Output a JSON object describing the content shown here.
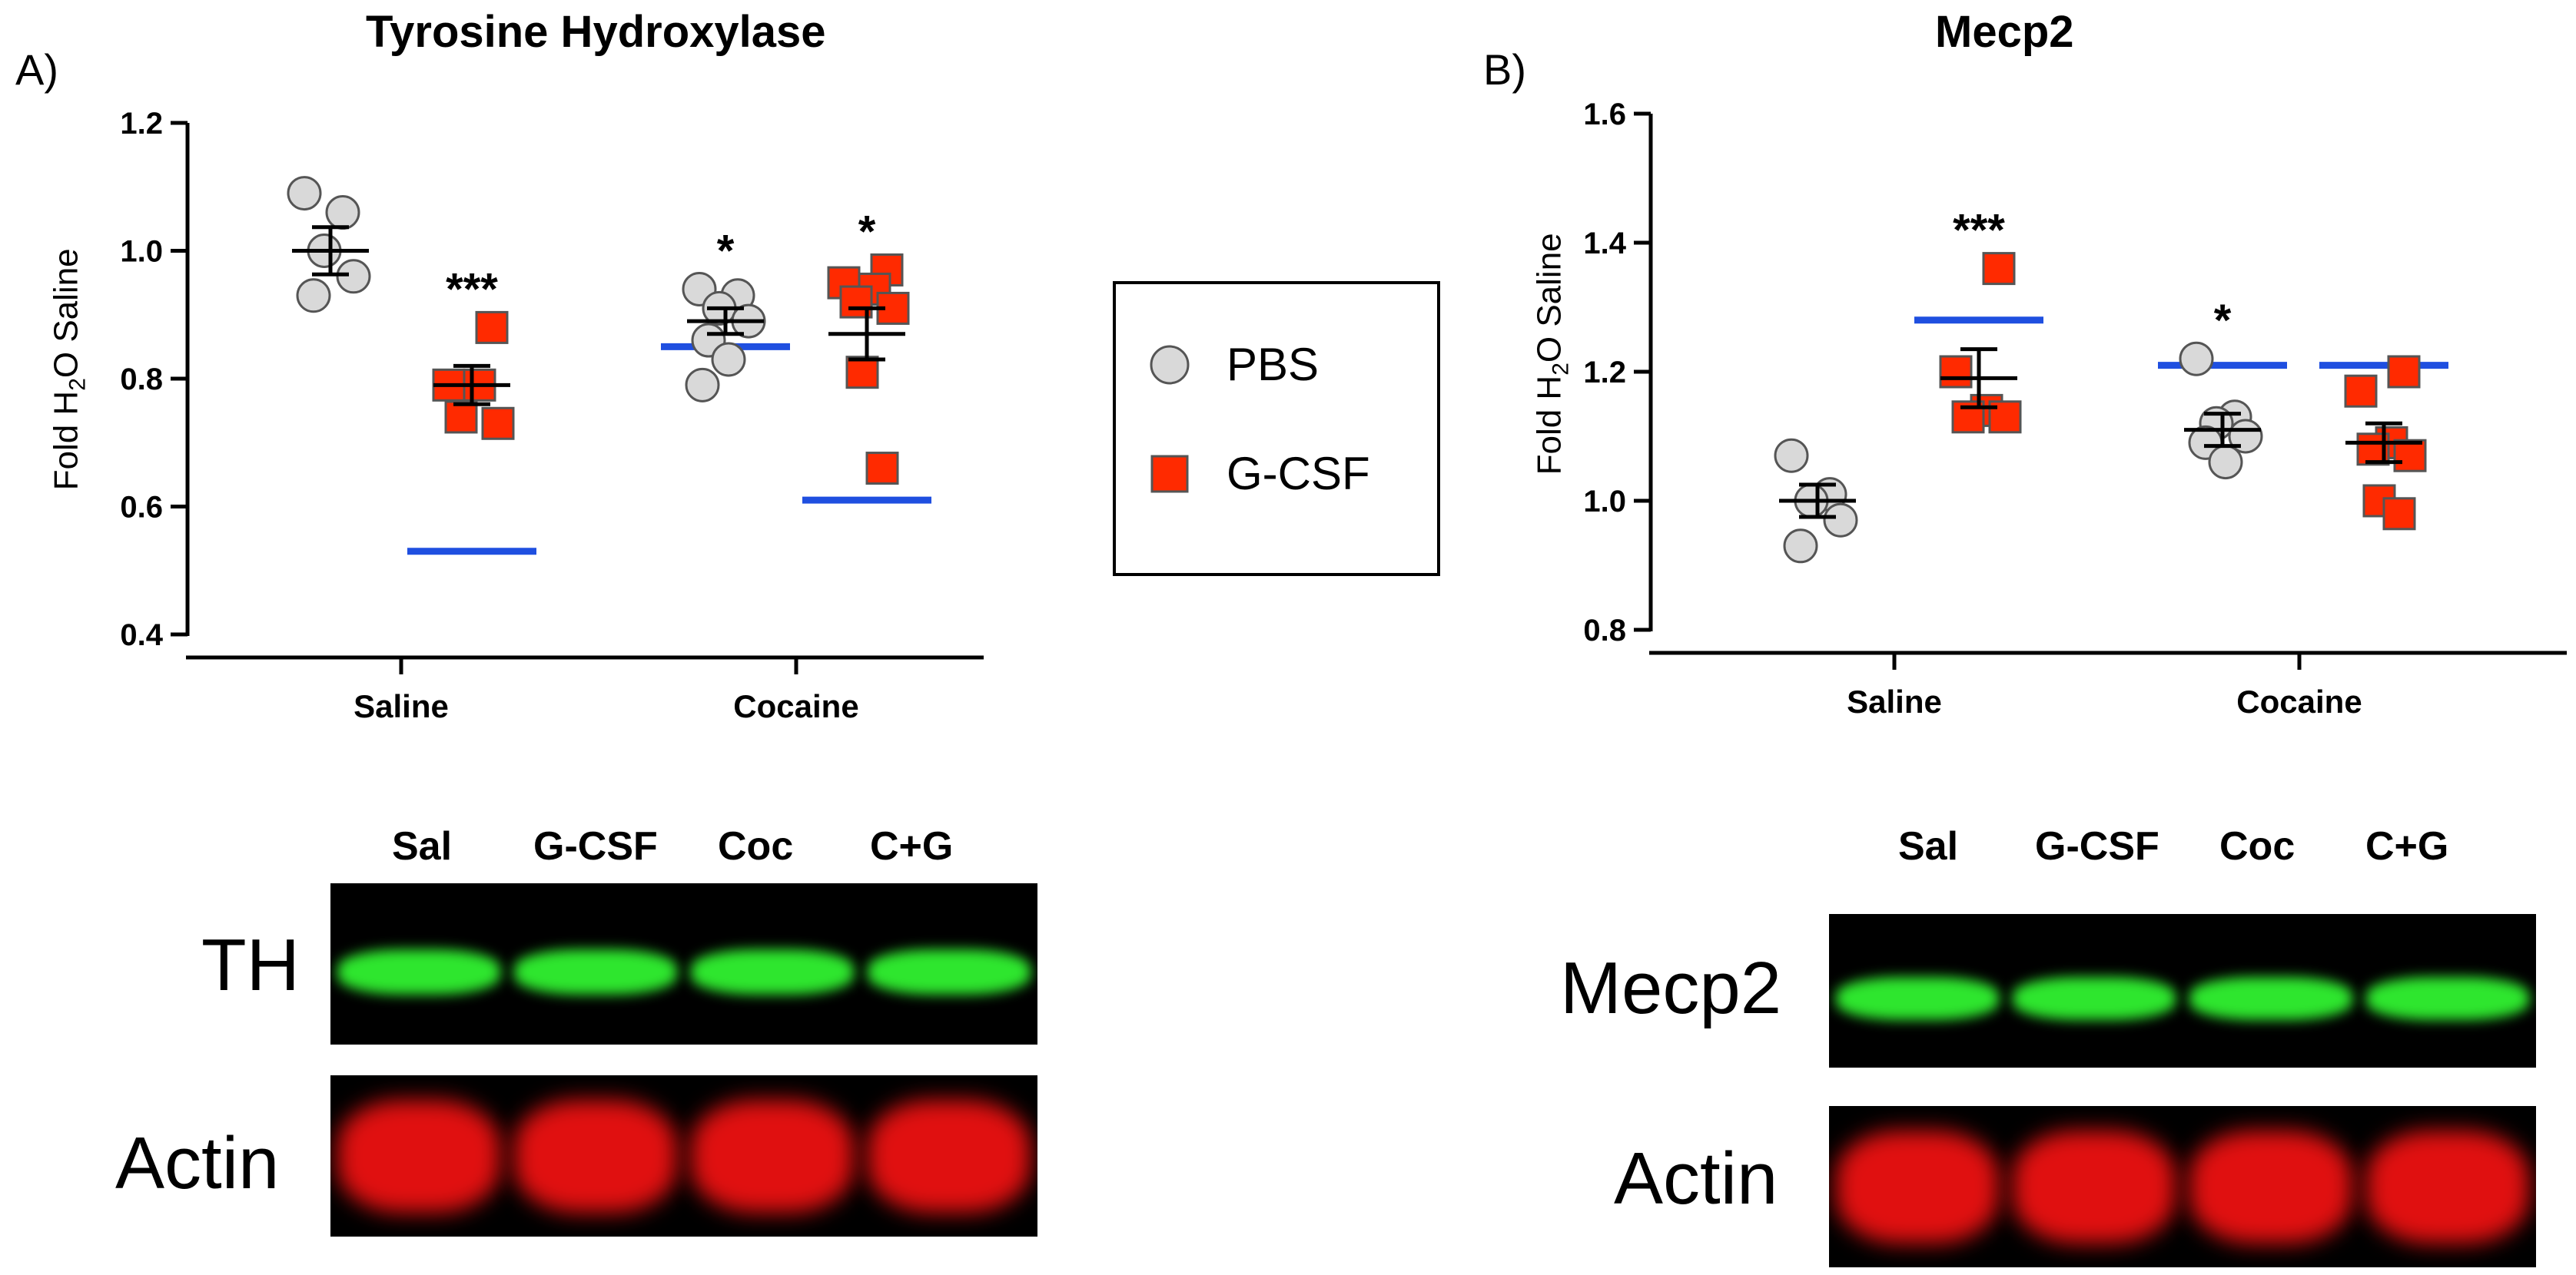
{
  "panels": [
    {
      "letter": "A)",
      "title": "Tyrosine Hydroxylase",
      "ylabel_main": "Fold H",
      "ylabel_sub": "2",
      "ylabel_rest": "O Saline"
    },
    {
      "letter": "B)",
      "title": "Mecp2",
      "ylabel_main": "Fold H",
      "ylabel_sub": "2",
      "ylabel_rest": "O Saline"
    }
  ],
  "legend": {
    "items": [
      {
        "label": "PBS",
        "marker": "circle",
        "color": "#d9d9d9"
      },
      {
        "label": "G-CSF",
        "marker": "square",
        "color": "#ff2a00"
      }
    ]
  },
  "colors": {
    "pbs_fill": "#d9d9d9",
    "gcsf_fill": "#ff2a00",
    "reference_line": "#1f4fe0"
  },
  "chart_data": [
    {
      "type": "scatter",
      "title": "Tyrosine Hydroxylase",
      "ylabel": "Fold H2O Saline",
      "ylim": [
        0.4,
        1.2
      ],
      "yticks": [
        "0.4",
        "0.6",
        "0.8",
        "1.0",
        "1.2"
      ],
      "categories": [
        "Saline",
        "Cocaine"
      ],
      "groups": [
        {
          "category": "Saline",
          "series": "PBS",
          "points": [
            1.09,
            1.06,
            1.0,
            0.96,
            0.93
          ],
          "mean": 1.0,
          "sem": 0.037
        },
        {
          "category": "Saline",
          "series": "G-CSF",
          "points": [
            0.88,
            0.79,
            0.79,
            0.74,
            0.73
          ],
          "mean": 0.79,
          "sem": 0.03,
          "stars": "***",
          "ref": 0.53
        },
        {
          "category": "Cocaine",
          "series": "PBS",
          "points": [
            0.94,
            0.93,
            0.91,
            0.89,
            0.86,
            0.83,
            0.79
          ],
          "mean": 0.89,
          "sem": 0.02,
          "stars": "*",
          "ref": 0.85
        },
        {
          "category": "Cocaine",
          "series": "G-CSF",
          "points": [
            0.97,
            0.95,
            0.94,
            0.92,
            0.91,
            0.81,
            0.66
          ],
          "mean": 0.87,
          "sem": 0.04,
          "stars": "*",
          "ref": 0.61
        }
      ]
    },
    {
      "type": "scatter",
      "title": "Mecp2",
      "ylabel": "Fold H2O Saline",
      "ylim": [
        0.8,
        1.6
      ],
      "yticks": [
        "0.8",
        "1.0",
        "1.2",
        "1.4",
        "1.6"
      ],
      "categories": [
        "Saline",
        "Cocaine"
      ],
      "groups": [
        {
          "category": "Saline",
          "series": "PBS",
          "points": [
            1.07,
            1.01,
            1.0,
            0.97,
            0.93
          ],
          "mean": 1.0,
          "sem": 0.025
        },
        {
          "category": "Saline",
          "series": "G-CSF",
          "points": [
            1.36,
            1.2,
            1.14,
            1.13,
            1.13
          ],
          "mean": 1.19,
          "sem": 0.045,
          "stars": "***",
          "ref": 1.28
        },
        {
          "category": "Cocaine",
          "series": "PBS",
          "points": [
            1.22,
            1.13,
            1.12,
            1.1,
            1.09,
            1.06
          ],
          "mean": 1.11,
          "sem": 0.025,
          "stars": "*",
          "ref": 1.21
        },
        {
          "category": "Cocaine",
          "series": "G-CSF",
          "points": [
            1.2,
            1.17,
            1.09,
            1.08,
            1.07,
            1.0,
            0.98
          ],
          "mean": 1.09,
          "sem": 0.03,
          "ref": 1.21
        }
      ]
    }
  ],
  "blots": [
    {
      "lanes": [
        "Sal",
        "G-CSF",
        "Coc",
        "C+G"
      ],
      "rows": [
        {
          "label": "TH",
          "color": "#2ee62e"
        },
        {
          "label": "Actin",
          "color": "#e01010"
        }
      ]
    },
    {
      "lanes": [
        "Sal",
        "G-CSF",
        "Coc",
        "C+G"
      ],
      "rows": [
        {
          "label": "Mecp2",
          "color": "#2ee62e"
        },
        {
          "label": "Actin",
          "color": "#e01010"
        }
      ]
    }
  ]
}
